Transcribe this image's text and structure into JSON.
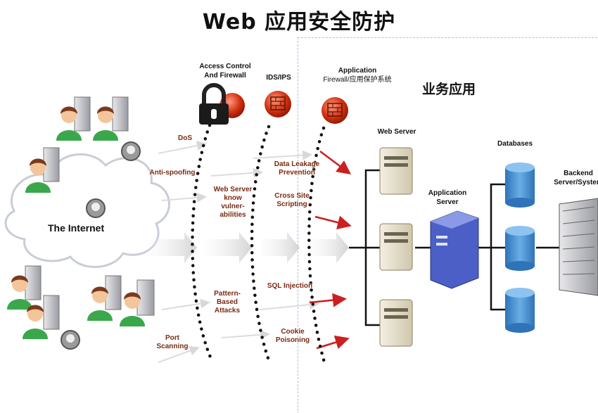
{
  "title": "Web 应用安全防护",
  "business_app": "业务应用",
  "internet_label": "The Internet",
  "layers": [
    {
      "label_line1": "Access Control",
      "label_line2": "And Firewall",
      "icon": "lock-icon"
    },
    {
      "label_line1": "IDS/IPS",
      "label_line2": "",
      "icon": "firewall-icon"
    },
    {
      "label_line1": "Application",
      "label_line2": "Firewall/应用保护系统",
      "icon": "firewall-icon"
    }
  ],
  "attacks": {
    "dos": "DoS",
    "anti_spoofing": "Anti-spoofing",
    "web_server_vuln": [
      "Web Server",
      "know",
      "vulner-",
      "abilities"
    ],
    "pattern_attacks": [
      "Pattern-",
      "Based",
      "Attacks"
    ],
    "port_scanning": [
      "Port",
      "Scanning"
    ],
    "data_leakage": [
      "Data Leakage",
      "Prevention"
    ],
    "xss": [
      "Cross Site",
      "Scripting"
    ],
    "sql_injection": "SQL Injection",
    "cookie_poisoning": [
      "Cookie",
      "Poisoning"
    ]
  },
  "components": {
    "web_server": "Web Server",
    "application_server": [
      "Application",
      "Server"
    ],
    "databases": "Databases",
    "backend": [
      "Backend",
      "Server/System"
    ]
  },
  "colors": {
    "attack_text": "#7a2a12",
    "arrow_red": "#cc1f1f",
    "user_green": "#3aa84a",
    "db_blue": "#3f87c9",
    "server_purple": "#4b5fc7"
  }
}
